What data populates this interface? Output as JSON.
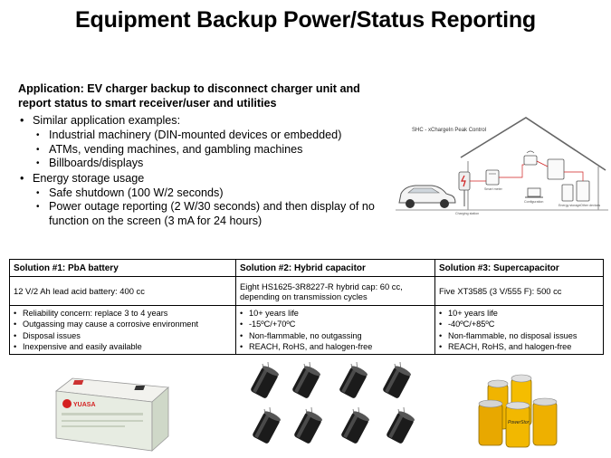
{
  "title": "Equipment Backup Power/Status Reporting",
  "application": "Application: EV charger backup to disconnect charger unit and report status to smart receiver/user and utilities",
  "bullets": [
    {
      "text": "Similar application examples:",
      "sub": [
        "Industrial machinery (DIN-mounted devices or embedded)",
        "ATMs, vending machines, and gambling machines",
        "Billboards/displays"
      ]
    },
    {
      "text": "Energy storage usage",
      "sub": [
        "Safe shutdown (100 W/2 seconds)",
        "Power outage reporting (2 W/30 seconds) and then display of no function on the screen (3 mA for 24 hours)"
      ]
    }
  ],
  "illustration": {
    "label": "SHC - xChargeIn Peak Control",
    "captions": [
      "Charging station",
      "Smart meter",
      "Configuration",
      "Energy storage",
      "Other devices"
    ]
  },
  "table": {
    "headers": [
      "Solution #1: PbA battery",
      "Solution #2: Hybrid capacitor",
      "Solution #3: Supercapacitor"
    ],
    "row2": [
      "12 V/2 Ah lead acid battery: 400 cc",
      "Eight HS1625-3R8227-R hybrid cap: 60 cc, depending on transmission cycles",
      "Five XT3585 (3 V/555 F): 500 cc"
    ],
    "col1": [
      "Reliability concern: replace 3 to 4 years",
      "Outgassing may cause a corrosive environment",
      "Disposal issues",
      "Inexpensive and easily available"
    ],
    "col2": [
      "10+ years life",
      "-15ºC/+70ºC",
      "Non-flammable, no outgassing",
      "REACH, RoHS, and halogen-free"
    ],
    "col3": [
      "10+ years life",
      "-40ºC/+85ºC",
      "Non-flammable, no disposal issues",
      "REACH, RoHS, and halogen-free"
    ]
  },
  "images": {
    "battery_brand": "YUASA",
    "supercap_brand": "PowerStor"
  }
}
